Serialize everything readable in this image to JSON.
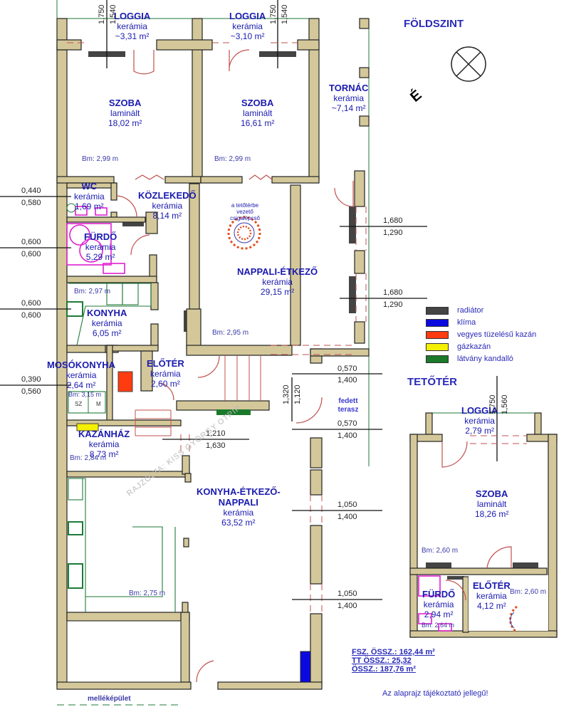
{
  "titles": {
    "ground_floor": "FÖLDSZINT",
    "attic": "TETŐTÉR"
  },
  "compass": {
    "direction_label": "É"
  },
  "rooms": {
    "loggia1": {
      "name": "LOGGIA",
      "floor": "kerámia",
      "area": "~3,31 m²"
    },
    "loggia2": {
      "name": "LOGGIA",
      "floor": "kerámia",
      "area": "~3,10 m²"
    },
    "szoba1": {
      "name": "SZOBA",
      "floor": "laminált",
      "area": "18,02 m²",
      "height": "Bm: 2,99 m"
    },
    "szoba2": {
      "name": "SZOBA",
      "floor": "laminált",
      "area": "16,61 m²",
      "height": "Bm: 2,99 m"
    },
    "tornac": {
      "name": "TORNÁC",
      "floor": "kerámia",
      "area": "~7,14 m²"
    },
    "wc": {
      "name": "WC",
      "floor": "kerámia",
      "area": "1,69 m²"
    },
    "kozlekedo": {
      "name": "KÖZLEKEDŐ",
      "floor": "kerámia",
      "area": "8,14 m²"
    },
    "furdo": {
      "name": "FÜRDŐ",
      "floor": "kerámia",
      "area": "5,29 m²"
    },
    "nappali": {
      "name": "NAPPALI-ÉTKEZŐ",
      "floor": "kerámia",
      "area": "29,15 m²",
      "height": "Bm: 2,95 m"
    },
    "stair_note": "a tetőtérbe vezető csigalépcső",
    "konyha": {
      "name": "KONYHA",
      "floor": "kerámia",
      "area": "6,05 m²",
      "height": "Bm: 2,97 m"
    },
    "mosokonyha": {
      "name": "MOSÓKONYHA",
      "floor": "kerámia",
      "area": "2,64 m²",
      "height": "Bm: 3,15 m",
      "appliance1": "SZ",
      "appliance2": "M"
    },
    "eloter": {
      "name": "ELŐTÉR",
      "floor": "kerámia",
      "area": "2,60 m²"
    },
    "fedett_terasz": {
      "name": "fedett terasz"
    },
    "kazanhaz": {
      "name": "KAZÁNHÁZ",
      "floor": "kerámia",
      "area": "8,73 m²",
      "height": "Bm: 2,84 m"
    },
    "konyha_etkezo": {
      "name1": "KONYHA-ÉTKEZŐ-",
      "name2": "NAPPALI",
      "floor": "kerámia",
      "area": "63,52 m²",
      "height": "Bm: 2,75 m"
    },
    "mellekepulet": {
      "name": "melléképület"
    },
    "tt_loggia": {
      "name": "LOGGIA",
      "floor": "kerámia",
      "area": "2,79 m²"
    },
    "tt_szoba": {
      "name": "SZOBA",
      "floor": "laminált",
      "area": "18,26 m²",
      "height": "Bm: 2,60 m"
    },
    "tt_furdo": {
      "name": "FÜRDŐ",
      "floor": "kerámia",
      "area": "2,94 m²",
      "height": "Bm: 2,64 m"
    },
    "tt_eloter": {
      "name": "ELŐTÉR",
      "floor": "kerámia",
      "area": "4,12 m²",
      "height": "Bm: 2,60 m"
    }
  },
  "dimensions": {
    "loggia1_v": [
      "1,750",
      "1,540"
    ],
    "loggia2_v": [
      "1,750",
      "1,540"
    ],
    "wc_win": [
      "0,440",
      "0,580"
    ],
    "furdo_win": [
      "0,600",
      "0,600"
    ],
    "konyha_win": [
      "0,600",
      "0,600"
    ],
    "moso_win": [
      "0,390",
      "0,560"
    ],
    "nappali_win1": [
      "1,680",
      "1,290"
    ],
    "nappali_win2": [
      "1,680",
      "1,290"
    ],
    "terasz_door_v": [
      "1,320",
      "1,120"
    ],
    "terasz_win1": [
      "0,570",
      "1,400"
    ],
    "terasz_win2": [
      "0,570",
      "1,400"
    ],
    "stair_win": [
      "1,210",
      "1,630"
    ],
    "ket_win1": [
      "1,050",
      "1,400"
    ],
    "ket_win2": [
      "1,050",
      "1,400"
    ],
    "tt_loggia_v": [
      "1,750",
      "1,560"
    ]
  },
  "legend": [
    {
      "label": "radiátor",
      "color": "#444444"
    },
    {
      "label": "klíma",
      "color": "#0a0ae0"
    },
    {
      "label": "vegyes tüzelésű kazán",
      "color": "#ff3c10"
    },
    {
      "label": "gázkazán",
      "color": "#f5f000"
    },
    {
      "label": "látvány kandalló",
      "color": "#1a7a2a"
    }
  ],
  "totals": {
    "ground": "FSZ. ÖSSZ.: 162,44 m²",
    "attic": "TT ÖSSZ.: 25,32",
    "total": "ÖSSZ.: 187,76 m²"
  },
  "note": "Az alaprajz tájékoztató jellegű!",
  "watermark": "RAJZOLTA: KISS GYÖRGY OTPIP"
}
